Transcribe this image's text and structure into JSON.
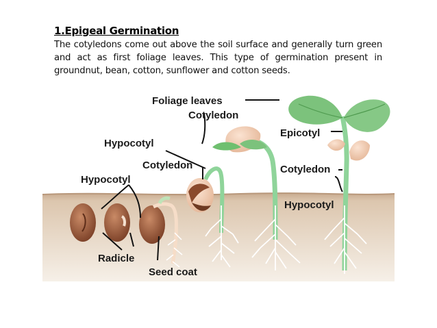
{
  "section": {
    "title": "1.Epigeal Germination",
    "description": "The cotyledons come out above the soil surface and generally turn green and act as first foliage leaves. This type of germination present in groundnut, bean, cotton, sunflower and cotton seeds."
  },
  "diagram": {
    "labels": {
      "foliage_leaves": "Foliage leaves",
      "cotyledon_top": "Cotyledon",
      "hypocotyl_mid": "Hypocotyl",
      "cotyledon_mid": "Cotyledon",
      "hypocotyl_left": "Hypocotyl",
      "radicle": "Radicle",
      "seed_coat": "Seed coat",
      "epicotyl": "Epicotyl",
      "cotyledon_right": "Cotyledon",
      "hypocotyl_right": "Hypocotyl"
    },
    "colors": {
      "soil_top": "#d6bfa6",
      "soil_bottom": "#f3ece3",
      "seed": "#9a5a3c",
      "stem": "#8fd49a",
      "leaf": "#7cc27c",
      "cotyledon": "#f0cdb4",
      "root": "#ffffff"
    }
  }
}
